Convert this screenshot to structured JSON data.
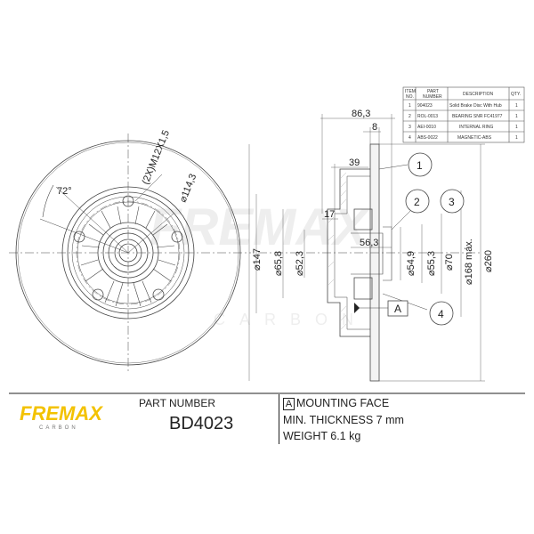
{
  "parts_table": {
    "headers": [
      "ITEM NO.",
      "PART NUMBER",
      "DESCRIPTION",
      "QTY."
    ],
    "rows": [
      [
        "1",
        "904023",
        "Solid Brake Disc With Hub",
        "1"
      ],
      [
        "2",
        "ROL-0013",
        "BEARING SNR FC41977",
        "1"
      ],
      [
        "3",
        "AEI-0010",
        "INTERNAL RING",
        "1"
      ],
      [
        "4",
        "ABS-0022",
        "MAGNETIC-ABS",
        "1"
      ]
    ]
  },
  "front_view": {
    "angle": "72°",
    "bolts": "(2X)M12X1,5",
    "pcd": "⌀114,3"
  },
  "section_view": {
    "overall_height": "86,3",
    "hat_offset": "8",
    "inner_offset": "39",
    "step": "17",
    "depth": "56,3",
    "d_disc": "⌀260",
    "d_168": "⌀168 máx.",
    "d_147": "⌀147",
    "d_70": "⌀70",
    "d_65_8": "⌀65,8",
    "d_52_3": "⌀52,3",
    "d_54_9": "⌀54,9",
    "d_55_3": "⌀55,3",
    "balloons": [
      "1",
      "2",
      "3",
      "4"
    ],
    "datum": "A"
  },
  "brand": {
    "name": "FREMAX",
    "sub": "CARBON"
  },
  "watermark": {
    "name": "FREMAX",
    "sub": "CARBON"
  },
  "footer": {
    "part_number_label": "PART NUMBER",
    "part_number": "BD4023",
    "datum_letter": "A",
    "mounting_face": "MOUNTING FACE",
    "min_thickness": "MIN. THICKNESS 7 mm",
    "weight": "WEIGHT 6.1 kg"
  }
}
